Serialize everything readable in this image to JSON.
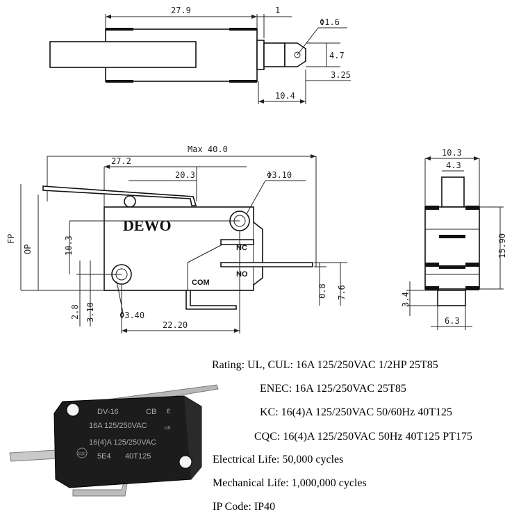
{
  "dimensions": {
    "top_width": "27.9",
    "top_gap": "1",
    "top_pin_hole": "Φ1.6",
    "top_pin_height": "4.7",
    "top_pin_offset": "3.25",
    "top_body_depth": "10.4",
    "max_length": "Max 40.0",
    "lever_pivot": "27.2",
    "lever_end": "20.3",
    "mount_hole_top": "Φ3.10",
    "fp": "FP",
    "op": "OP",
    "h_10_3": "10.3",
    "h_2_8": "2.8",
    "h_3_10": "3.10",
    "mount_hole_bottom": "Φ3.40",
    "hole_spacing": "22.20",
    "term_0_8": "0.8",
    "term_7_6": "7.6",
    "side_width": "10.3",
    "side_button": "4.3",
    "side_height": "15.90",
    "side_3_4": "3.4",
    "side_6_3": "6.3"
  },
  "labels": {
    "brand": "DEWO",
    "nc": "NC",
    "no": "NO",
    "com": "COM"
  },
  "photo": {
    "line1": "DV-16",
    "line1b": "CB",
    "line2": "16A 125/250VAC",
    "line3": "16(4)A 125/250VAC",
    "line4": "5E4",
    "line4b": "40T125",
    "badge": "CQC",
    "us": "us",
    "ce": "ε"
  },
  "specs": {
    "rating": "Rating:  UL, CUL: 16A 125/250VAC 1/2HP 25T85",
    "enec": "ENEC:  16A 125/250VAC 25T85",
    "kc": "KC: 16(4)A 125/250VAC 50/60Hz 40T125",
    "cqc": "CQC: 16(4)A 125/250VAC 50Hz 40T125 PT175",
    "electrical": "Electrical Life: 50,000 cycles",
    "mechanical": "Mechanical Life: 1,000,000 cycles",
    "ip": "IP Code: IP40"
  }
}
